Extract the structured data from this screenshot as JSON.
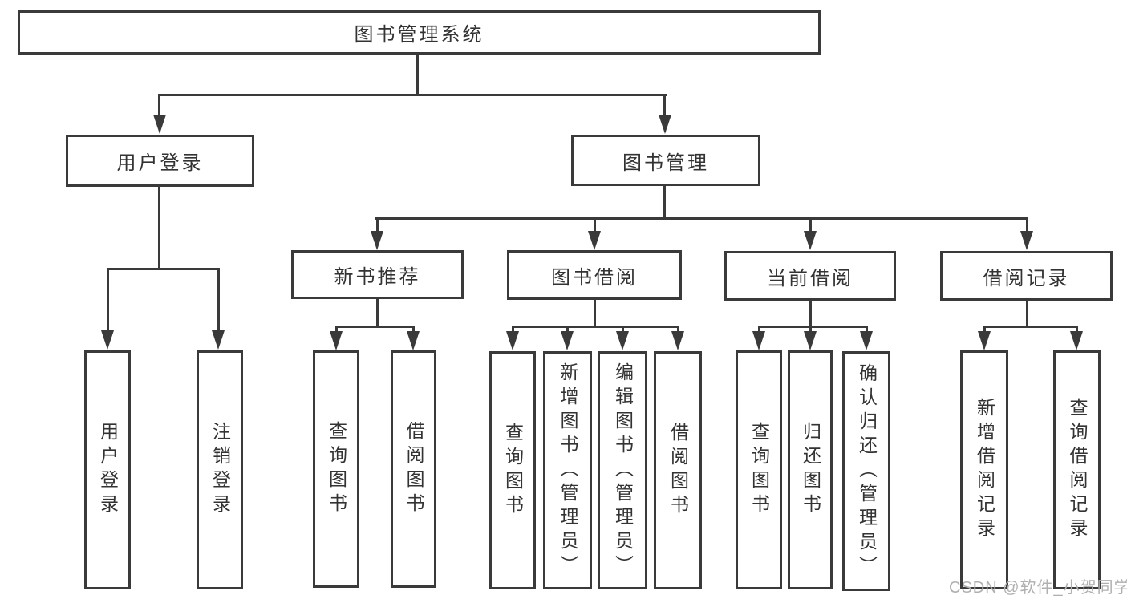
{
  "nodes": {
    "root": "图书管理系统",
    "user_login": "用户登录",
    "book_management": "图书管理",
    "new_book_recommend": "新书推荐",
    "book_borrow": "图书借阅",
    "current_borrow": "当前借阅",
    "borrow_records": "借阅记录",
    "user_login_children": [
      "用户登录",
      "注销登录"
    ],
    "new_book_children": [
      "查询图书",
      "借阅图书"
    ],
    "book_borrow_children": [
      "查询图书",
      "新增图书（管理员）",
      "编辑图书（管理员）",
      "借阅图书"
    ],
    "current_borrow_children": [
      "查询图书",
      "归还图书",
      "确认归还（管理员）"
    ],
    "borrow_records_children": [
      "新增借阅记录",
      "查询借阅记录"
    ]
  },
  "watermark": "CSDN @软件_小贺同学",
  "colors": {
    "line": "#3a3a3a",
    "text": "#333333",
    "watermark": "#b0b0b0",
    "background": "#ffffff"
  }
}
